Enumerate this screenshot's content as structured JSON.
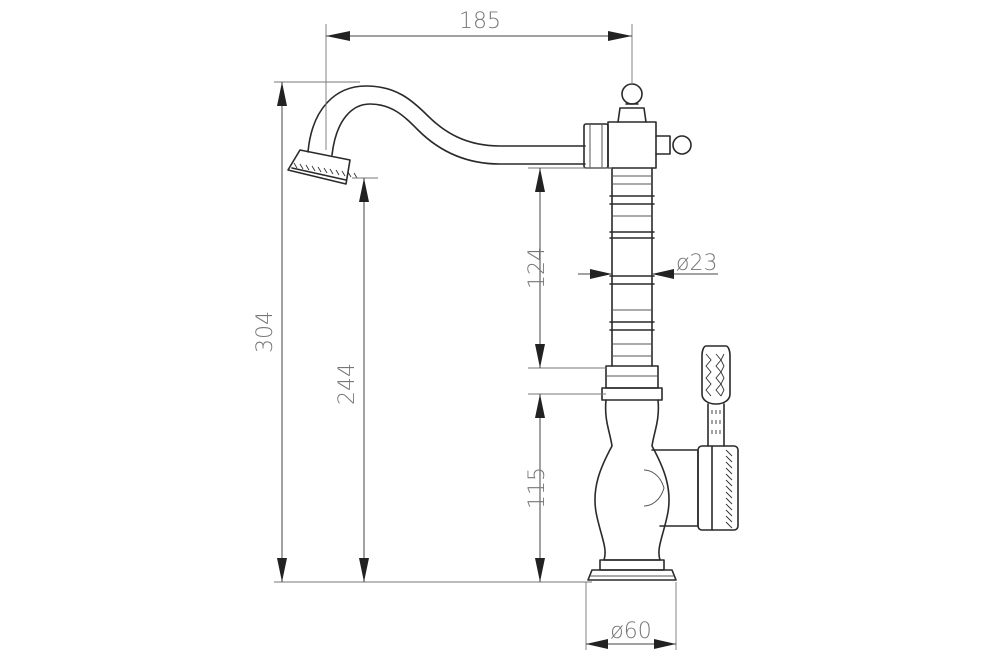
{
  "dimensions": {
    "overall_width": "185",
    "overall_height": "304",
    "spout_height": "244",
    "column_length": "124",
    "base_height": "115",
    "column_diameter": "ø23",
    "base_diameter": "ø60"
  }
}
